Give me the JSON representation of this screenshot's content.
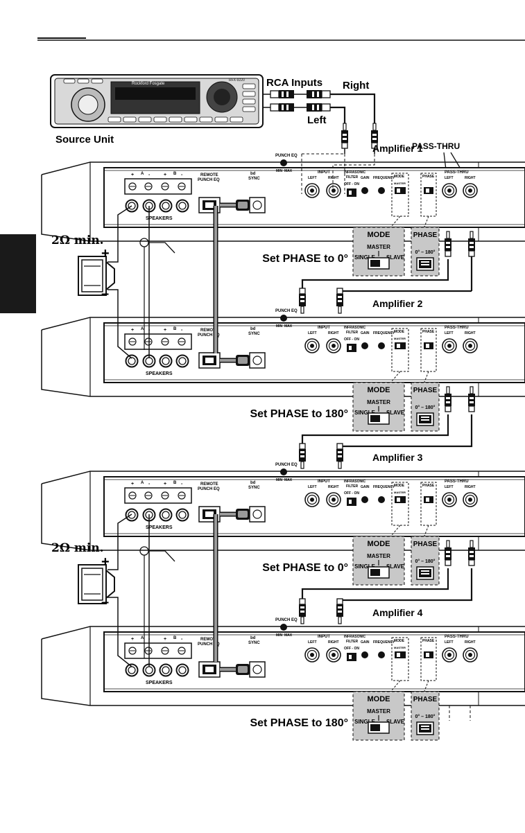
{
  "source_unit": {
    "label": "Source Unit",
    "model": "RFX-9220",
    "brand": "Rockford Fosgate"
  },
  "rca": {
    "inputs_label": "RCA Inputs",
    "right_label": "Right",
    "left_label": "Left"
  },
  "pass_thru_label": "PASS-THRU",
  "speaker_labels": [
    "2Ω min.",
    "2Ω min."
  ],
  "amplifiers": [
    {
      "title": "Amplifier 1",
      "phase_note": "Set PHASE to 0°"
    },
    {
      "title": "Amplifier 2",
      "phase_note": "Set PHASE to 180°"
    },
    {
      "title": "Amplifier 3",
      "phase_note": "Set PHASE to 0°"
    },
    {
      "title": "Amplifier 4",
      "phase_note": "Set PHASE to 180°"
    }
  ],
  "panel": {
    "speakers": "SPEAKERS",
    "remote": "REMOTE",
    "punch_eq": "PUNCH EQ",
    "bd": "bd",
    "sync": "SYNC",
    "punch_eq_knob": "PUNCH EQ",
    "min": "MIN",
    "max": "MAX",
    "input": "INPUT",
    "left": "LEFT",
    "right": "RIGHT",
    "infrasonic": "INFRASONIC",
    "filter": "FILTER",
    "off_on": "OFF - ON",
    "gain": "GAIN",
    "frequency": "FREQUENCY",
    "mode": "MODE",
    "phase": "PHASE",
    "pass_thru": "PASS-THRU",
    "master": "MASTER",
    "single": "SINGLE",
    "slave": "SLAVE",
    "a": "A",
    "b": "B",
    "plus": "+",
    "minus": "-"
  },
  "callout": {
    "mode": "MODE",
    "master": "MASTER",
    "single": "SINGLE",
    "slave": "SLAVE",
    "phase": "PHASE",
    "phase_range": "0° – 180°"
  },
  "colors": {
    "ink": "#111111",
    "callout_fill": "#c8c8c8",
    "cable_gray": "#9a9a9a",
    "tab": "#1a1a1a"
  }
}
